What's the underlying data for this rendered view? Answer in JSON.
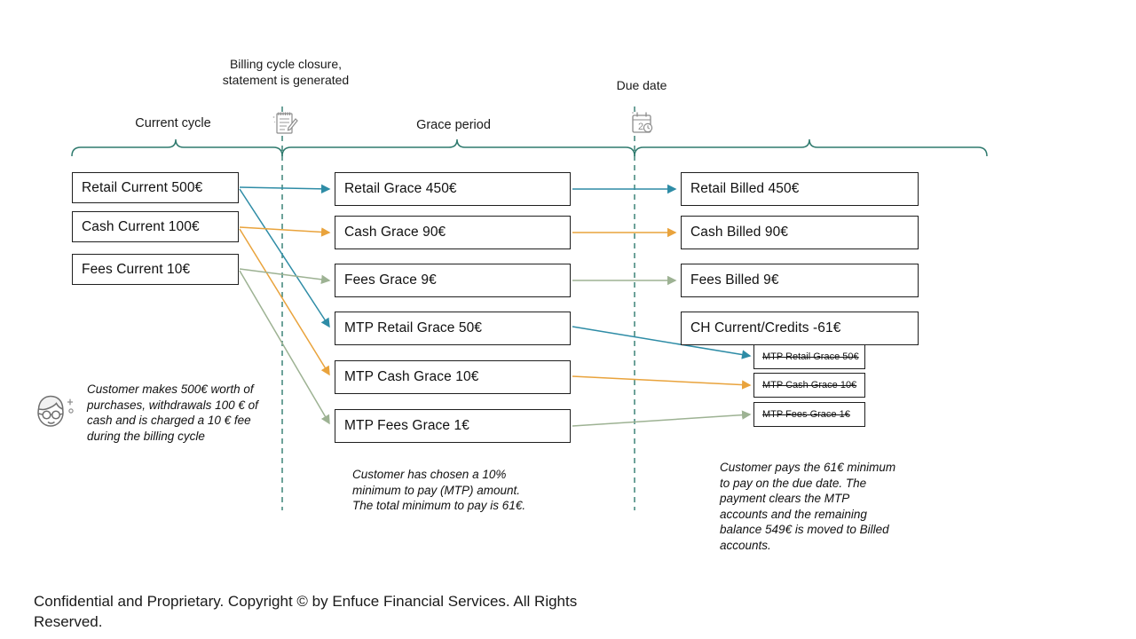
{
  "diagram": {
    "title_footer": "Confidential and Proprietary. Copyright © by Enfuce Financial Services. All Rights Reserved.",
    "colors": {
      "retail": "#2e8ca6",
      "cash": "#e9a33c",
      "fees": "#9db293",
      "brace": "#2f7a6e",
      "timeline": "#2f7a6e",
      "box_border": "#1f1f1f"
    }
  },
  "milestones": [
    {
      "id": "billing-cycle-closure",
      "caption": "Billing cycle closure, statement is generated",
      "icon": "statement-notepad-icon"
    },
    {
      "id": "due-date",
      "caption": "Due date",
      "icon": "calendar-due-date-icon"
    }
  ],
  "phases": [
    {
      "id": "current-cycle",
      "label": "Current cycle"
    },
    {
      "id": "grace-period",
      "label": "Grace period"
    },
    {
      "id": "billed-period",
      "label": ""
    }
  ],
  "columns": {
    "current": {
      "name": "current-cycle-accounts",
      "boxes": [
        {
          "id": "retail-current",
          "label": "Retail Current  500€",
          "flow": "retail"
        },
        {
          "id": "cash-current",
          "label": "Cash Current 100€",
          "flow": "cash"
        },
        {
          "id": "fees-current",
          "label": "Fees Current 10€",
          "flow": "fees"
        }
      ]
    },
    "grace": {
      "name": "grace-period-accounts",
      "boxes": [
        {
          "id": "retail-grace",
          "label": "Retail Grace 450€",
          "flow": "retail"
        },
        {
          "id": "cash-grace",
          "label": "Cash Grace 90€",
          "flow": "cash"
        },
        {
          "id": "fees-grace",
          "label": "Fees Grace 9€",
          "flow": "fees"
        },
        {
          "id": "mtp-retail-grace",
          "label": "MTP Retail Grace 50€",
          "flow": "retail"
        },
        {
          "id": "mtp-cash-grace",
          "label": "MTP Cash Grace 10€",
          "flow": "cash"
        },
        {
          "id": "mtp-fees-grace",
          "label": "MTP Fees Grace 1€",
          "flow": "fees"
        }
      ]
    },
    "billed": {
      "name": "billed-accounts",
      "boxes": [
        {
          "id": "retail-billed",
          "label": "Retail Billed 450€",
          "flow": "retail"
        },
        {
          "id": "cash-billed",
          "label": "Cash Billed 90€",
          "flow": "cash"
        },
        {
          "id": "fees-billed",
          "label": "Fees Billed 9€",
          "flow": "fees"
        },
        {
          "id": "ch-current",
          "label": "CH Current/Credits -61€",
          "flow": "none"
        }
      ],
      "cleared": [
        {
          "id": "mtp-retail-cleared",
          "label": "MTP Retail Grace 50€",
          "flow": "retail"
        },
        {
          "id": "mtp-cash-cleared",
          "label": "MTP Cash Grace 10€",
          "flow": "cash"
        },
        {
          "id": "mtp-fees-cleared",
          "label": "MTP Fees Grace 1€",
          "flow": "fees"
        }
      ]
    }
  },
  "notes": [
    {
      "id": "note-customer-spend",
      "text": "Customer makes 500€ worth of purchases, withdrawals 100 € of cash and is charged a 10 € fee during the billing cycle",
      "icon": "customer-avatar-icon"
    },
    {
      "id": "note-mtp-choice",
      "text": "Customer has chosen a 10% minimum to pay (MTP) amount. The total minimum to pay is 61€."
    },
    {
      "id": "note-payment",
      "text": "Customer pays the 61€ minimum to pay on the due date. The payment clears the MTP accounts and the remaining balance 549€ is moved to Billed accounts."
    }
  ]
}
